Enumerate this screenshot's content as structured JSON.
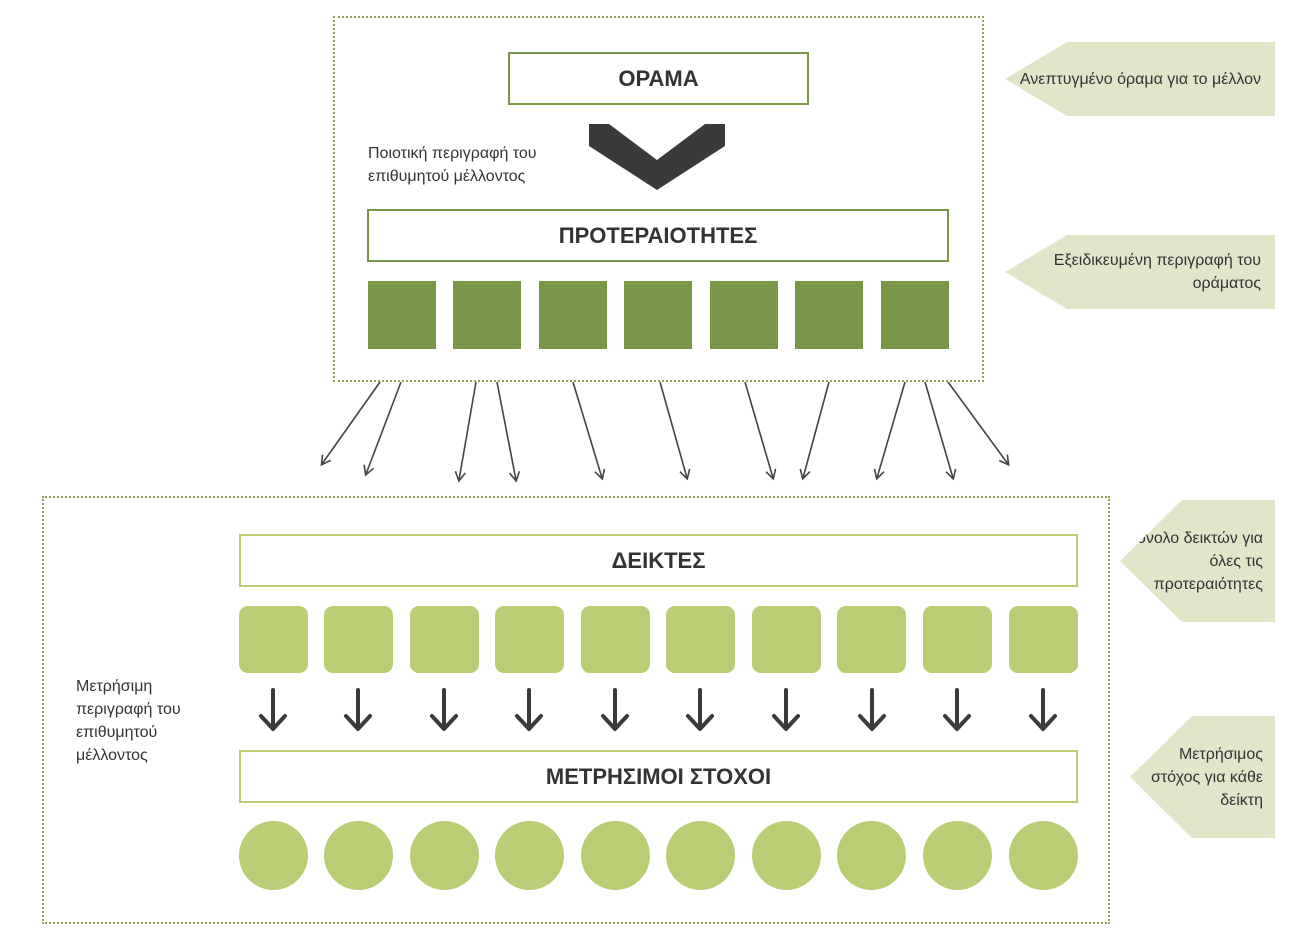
{
  "vision": {
    "title": "ΟΡΑΜΑ",
    "note": "Ποιοτική περιγραφή του επιθυμητού μέλλοντος"
  },
  "priorities": {
    "title": "ΠΡΟΤΕΡΑΙΟΤΗΤΕΣ"
  },
  "indicators": {
    "title": "ΔΕΙΚΤΕΣ"
  },
  "targets": {
    "title": "ΜΕΤΡΗΣΙΜΟΙ ΣΤΟΧΟΙ"
  },
  "measurable_note": "Μετρήσιμη περιγραφή του επιθυμητού μέλλοντος",
  "side_tags": [
    "Ανεπτυγμένο όραμα για το μέλλον",
    "Εξειδικευμένη περιγραφή του οράματος",
    "Σύνολο δεικτών για όλες τις προτεραιότητες",
    "Μετρήσιμος στόχος για κάθε δείκτη"
  ],
  "counts": {
    "priority_blocks": 7,
    "indicator_blocks": 10,
    "target_circles": 10
  },
  "colors": {
    "dark_green": "#7a9647",
    "light_green": "#b9cd74",
    "tag_bg": "#dfe7c8",
    "chevron": "#3a3a3a",
    "dotted_border": "#8aa65a"
  }
}
